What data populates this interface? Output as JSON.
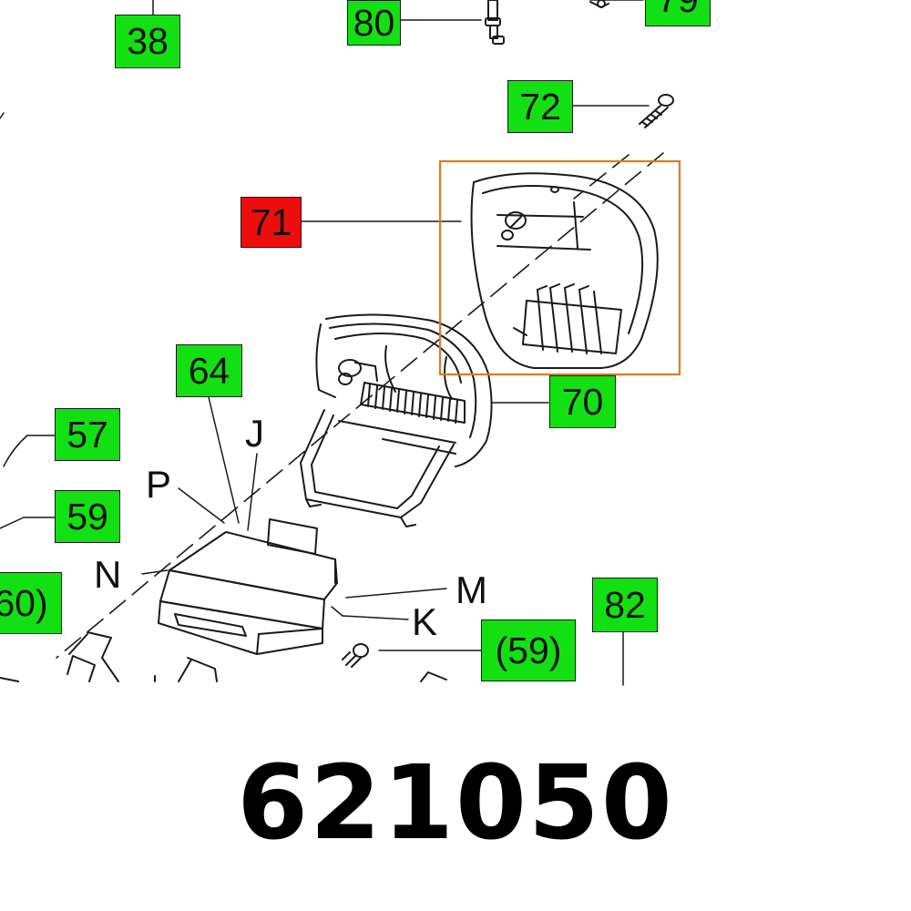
{
  "colors": {
    "callout_fill": "#12e012",
    "callout_highlight_fill": "#ee0d0d",
    "selection_box": "#e07a1f",
    "line_art": "#1a1a1a"
  },
  "callouts": [
    {
      "id": "38",
      "label": "38",
      "highlighted": false
    },
    {
      "id": "80",
      "label": "80",
      "highlighted": false
    },
    {
      "id": "79",
      "label": "79",
      "highlighted": false
    },
    {
      "id": "72",
      "label": "72",
      "highlighted": false
    },
    {
      "id": "71",
      "label": "71",
      "highlighted": true
    },
    {
      "id": "64",
      "label": "64",
      "highlighted": false
    },
    {
      "id": "70",
      "label": "70",
      "highlighted": false
    },
    {
      "id": "57",
      "label": "57",
      "highlighted": false
    },
    {
      "id": "59",
      "label": "59",
      "highlighted": false
    },
    {
      "id": "60p",
      "label": "60)",
      "highlighted": false
    },
    {
      "id": "82",
      "label": "82",
      "highlighted": false
    },
    {
      "id": "59p",
      "label": "(59)",
      "highlighted": false
    }
  ],
  "letters": {
    "j": "J",
    "p": "P",
    "n": "N",
    "m": "M",
    "k": "K"
  },
  "part_number": "621050"
}
